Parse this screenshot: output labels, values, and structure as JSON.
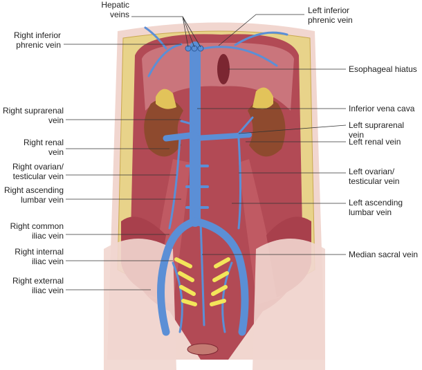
{
  "title": "Inferior vena cava and tributaries",
  "labels": {
    "hepatic_veins": [
      "Hepatic",
      "veins"
    ],
    "left_inferior_phrenic_vein": [
      "Left inferior",
      "phrenic vein"
    ],
    "right_inferior_phrenic_vein": [
      "Right inferior",
      "phrenic vein"
    ],
    "esophageal_hiatus": "Esophageal hiatus",
    "inferior_vena_cava": "Inferior vena cava",
    "right_suprarenal_vein": [
      "Right suprarenal",
      "vein"
    ],
    "left_suprarenal_vein": [
      "Left suprarenal",
      "vein"
    ],
    "right_renal_vein": [
      "Right renal",
      "vein"
    ],
    "left_renal_vein": "Left renal vein",
    "right_ovarian_testicular_vein": [
      "Right ovarian/",
      "testicular vein"
    ],
    "left_ovarian_testicular_vein": [
      "Left ovarian/",
      "testicular vein"
    ],
    "right_ascending_lumbar_vein": [
      "Right ascending",
      "lumbar vein"
    ],
    "left_ascending_lumbar_vein": [
      "Left ascending",
      "lumbar vein"
    ],
    "right_common_iliac_vein": [
      "Right common",
      "iliac vein"
    ],
    "median_sacral_vein": "Median sacral vein",
    "right_internal_iliac_vein": [
      "Right internal",
      "iliac vein"
    ],
    "right_external_iliac_vein": [
      "Right external",
      "iliac vein"
    ]
  },
  "colors": {
    "vein": "#5b8fd6",
    "muscle": "#b24a55",
    "fat": "#e8d38a",
    "skin": "#f1d6cf",
    "kidney": "#8e4a2e",
    "gland": "#e2c35a",
    "nerve": "#f3e65a"
  }
}
